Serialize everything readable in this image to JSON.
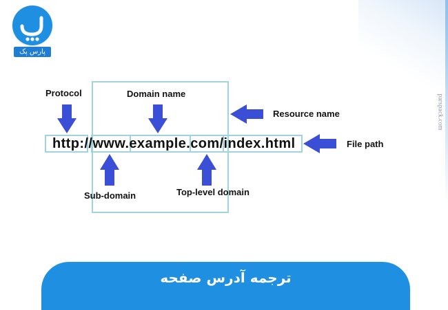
{
  "brand": {
    "logo_caption": "پارس پک",
    "watermark": "parspack.com",
    "logo_color": "#1e8fe1"
  },
  "diagram": {
    "url": "http://www.example.com/index.html",
    "labels": {
      "protocol": "Protocol",
      "domain_name": "Domain name",
      "resource_name": "Resource name",
      "file_path": "File path",
      "sub_domain": "Sub-domain",
      "top_level_domain": "Top-level domain"
    },
    "arrow_color": "#3b4fd6",
    "box_color": "#9fd3e0"
  },
  "footer": {
    "title": "ترجمه آدرس صفحه"
  }
}
